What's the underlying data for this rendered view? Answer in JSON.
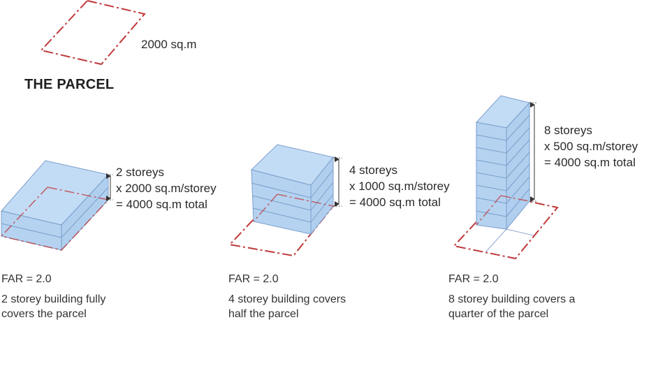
{
  "parcel": {
    "area_label": "2000 sq.m",
    "title": "THE PARCEL"
  },
  "colors": {
    "parcel_outline": "#c0393b",
    "building_fill": "#b9d7f2",
    "building_top": "#bcd9f4",
    "building_edge": "#6f93c6",
    "dimension_line": "#333333",
    "text": "#2a2a2a"
  },
  "scenarios": [
    {
      "storeys_label": "2 storeys",
      "per_storey_label": "x 2000 sq.m/storey",
      "total_label": "= 4000 sq.m total",
      "far_label": "FAR = 2.0",
      "desc_line1": "2 storey building fully",
      "desc_line2": "covers the parcel"
    },
    {
      "storeys_label": "4 storeys",
      "per_storey_label": "x 1000 sq.m/storey",
      "total_label": "= 4000 sq.m total",
      "far_label": "FAR = 2.0",
      "desc_line1": "4 storey building covers",
      "desc_line2": "half the parcel"
    },
    {
      "storeys_label": "8 storeys",
      "per_storey_label": "x 500 sq.m/storey",
      "total_label": "= 4000 sq.m total",
      "far_label": "FAR = 2.0",
      "desc_line1": "8 storey building covers a",
      "desc_line2": "quarter of the parcel"
    }
  ]
}
